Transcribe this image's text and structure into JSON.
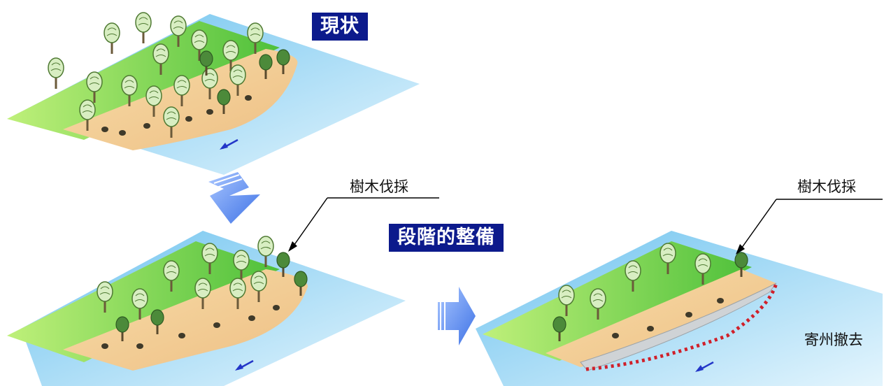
{
  "labels": {
    "current": "現状",
    "phased": "段階的整備"
  },
  "callouts": {
    "cut_middle": "樹木伐採",
    "cut_right": "樹木伐採",
    "bar_removal": "寄州撤去"
  },
  "colors": {
    "label_bg": "#0c1a8c",
    "water": "#8fd0f2",
    "grass": "#7fcf3c",
    "sand": "#f2c98f",
    "arrow": "#5b8ef0",
    "dotted_line": "#d0202a",
    "flow_arrow": "#2336c8"
  },
  "icons": {
    "down_arrow": "big-down-arrow-icon",
    "right_arrow": "big-right-arrow-icon",
    "flow_arrow": "flow-arrow-icon"
  }
}
